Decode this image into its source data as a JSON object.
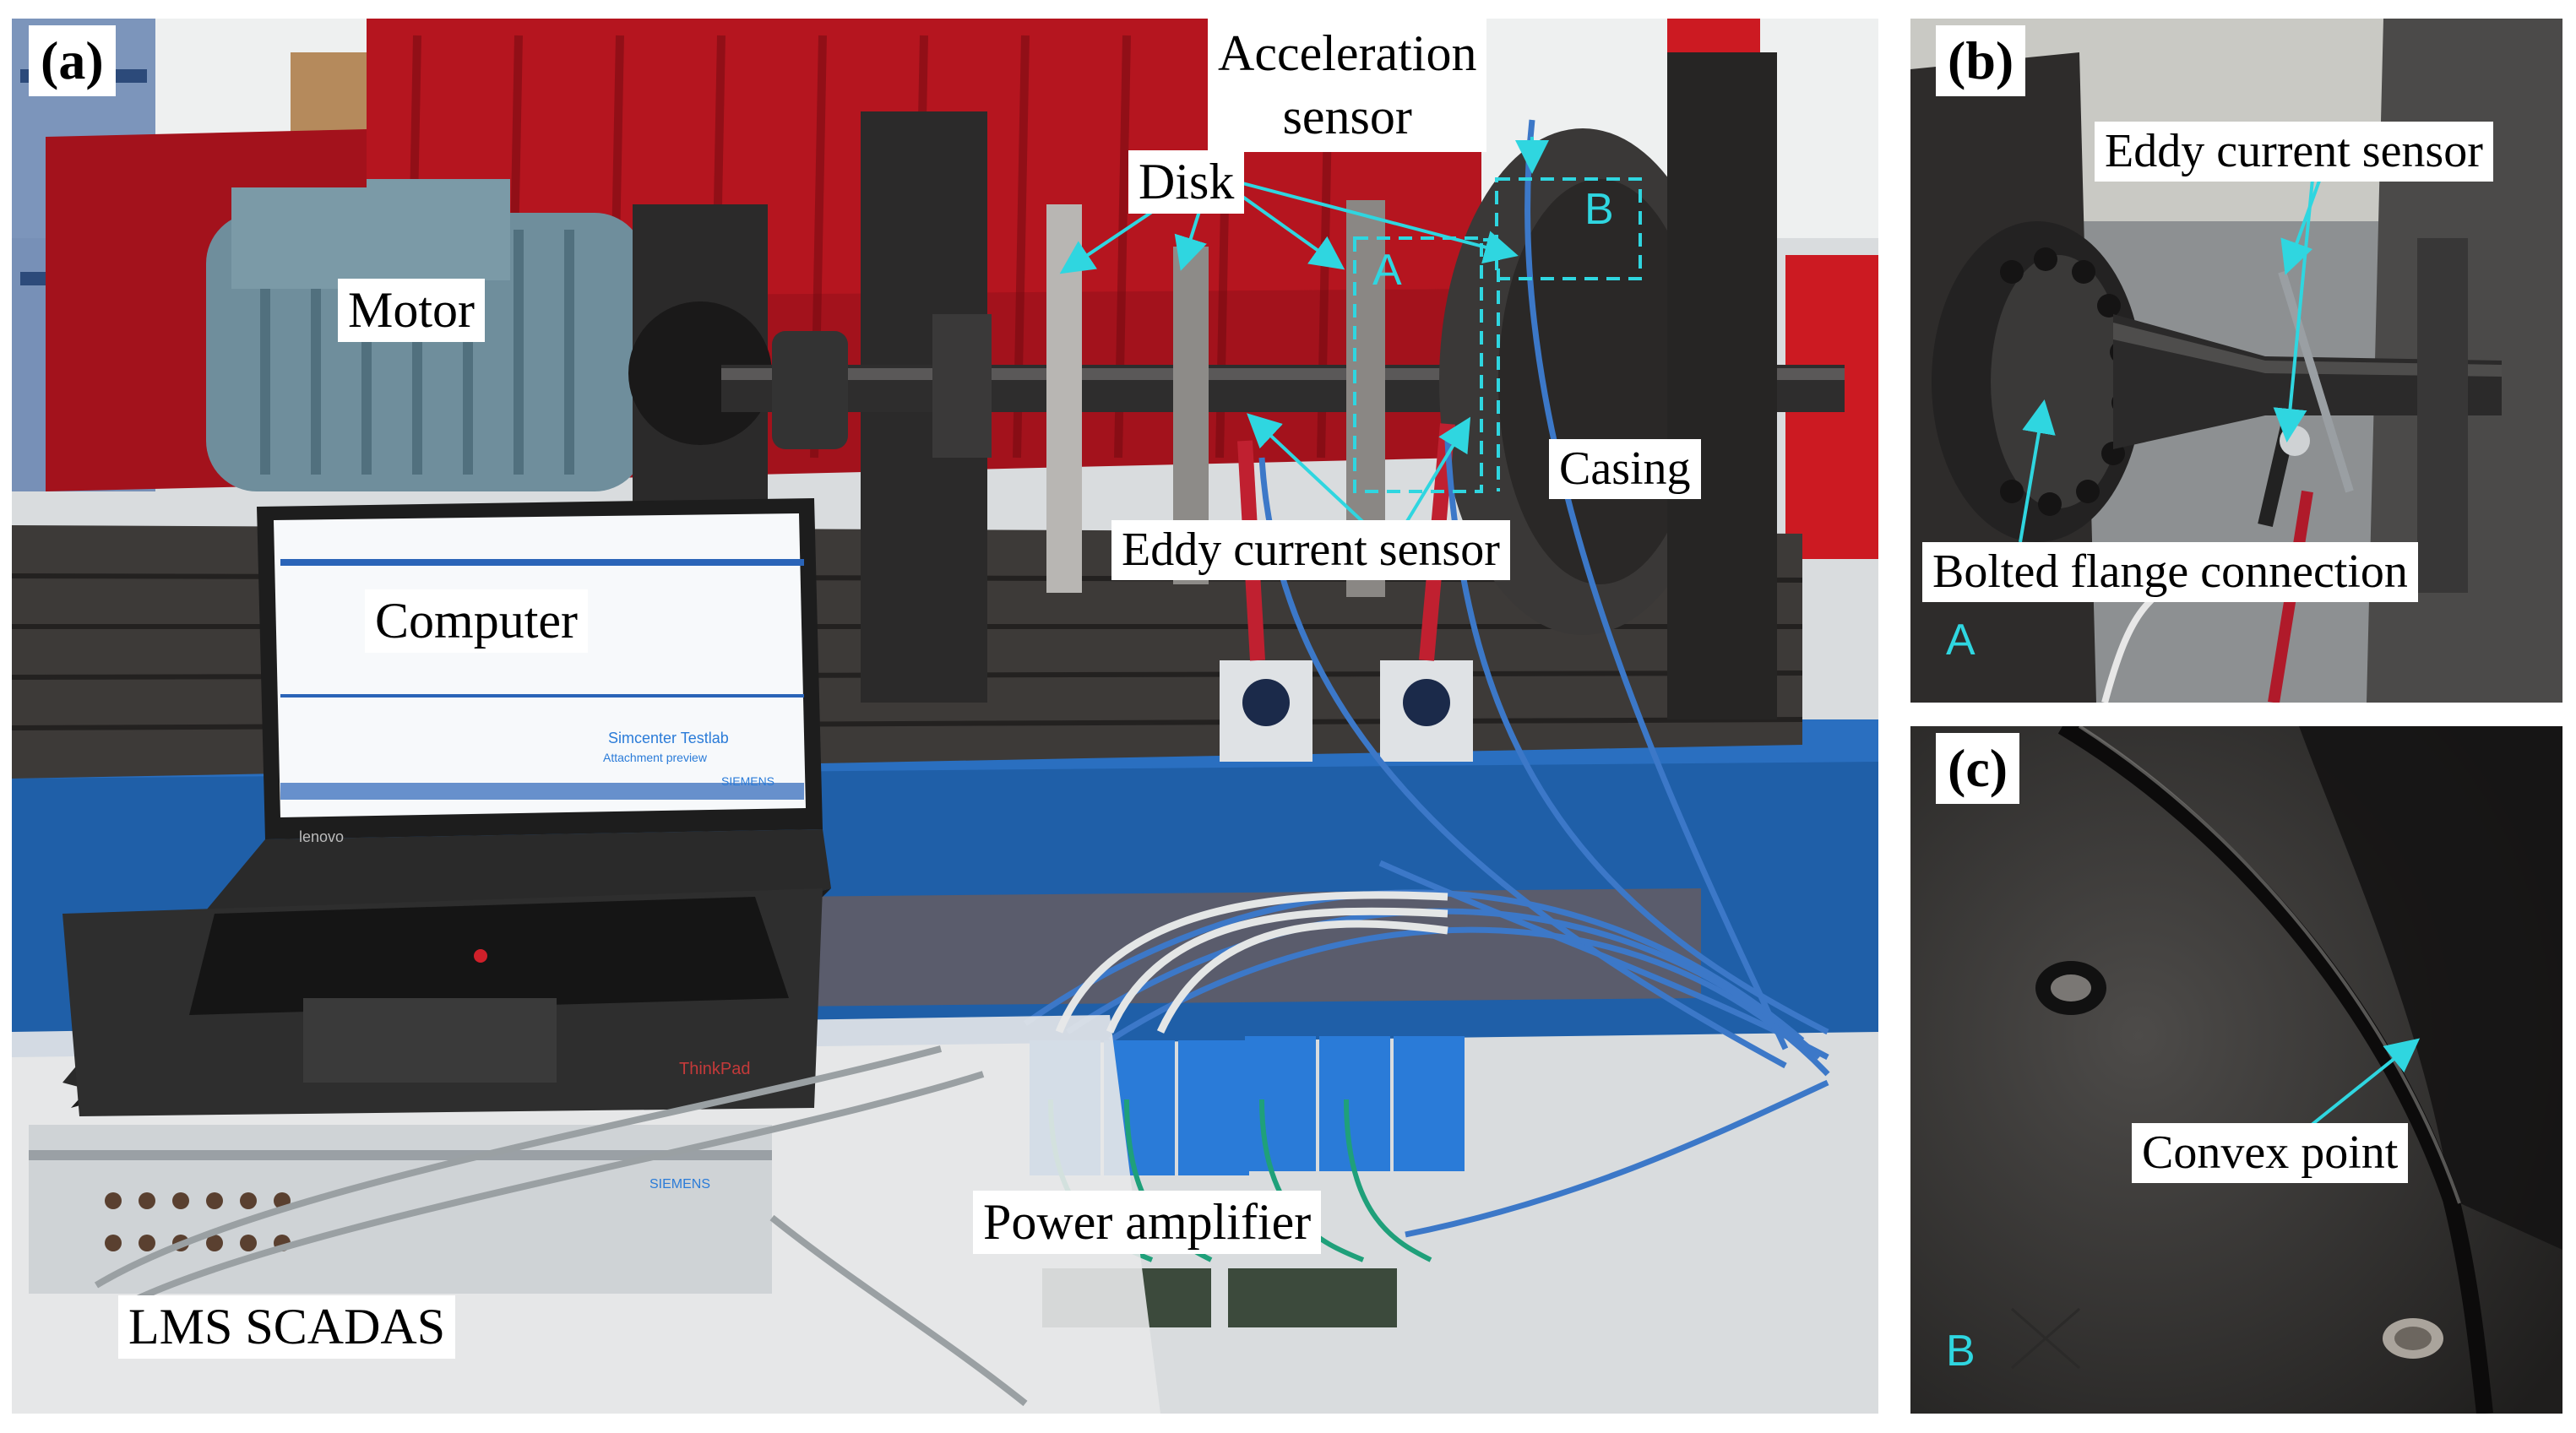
{
  "panels": {
    "a": {
      "label": "(a)",
      "annotations": {
        "acceleration_sensor": [
          "Acceleration",
          "sensor"
        ],
        "disk": "Disk",
        "motor": "Motor",
        "computer": "Computer",
        "casing": "Casing",
        "eddy_current_sensor": "Eddy current sensor",
        "power_amplifier": "Power amplifier",
        "lms_scadas": "LMS SCADAS"
      },
      "region_tags": {
        "A": "A",
        "B": "B"
      },
      "screen_text": [
        "Simcenter Testlab",
        "Attachment preview"
      ],
      "laptop_brand": "lenovo",
      "laptop_model": "ThinkPad",
      "device_brand": "SIEMENS"
    },
    "b": {
      "label": "(b)",
      "annotations": {
        "eddy_current_sensor": "Eddy current sensor",
        "bolted_flange": "Bolted flange connection"
      },
      "region_tag": "A"
    },
    "c": {
      "label": "(c)",
      "annotations": {
        "convex_point": "Convex point"
      },
      "region_tag": "B"
    }
  },
  "colors": {
    "annotation_cyan": "#2fd6e0",
    "curtain_red": "#a3121c",
    "bench_blue": "#1f5fa8",
    "cable_blue": "#3c78c8"
  }
}
